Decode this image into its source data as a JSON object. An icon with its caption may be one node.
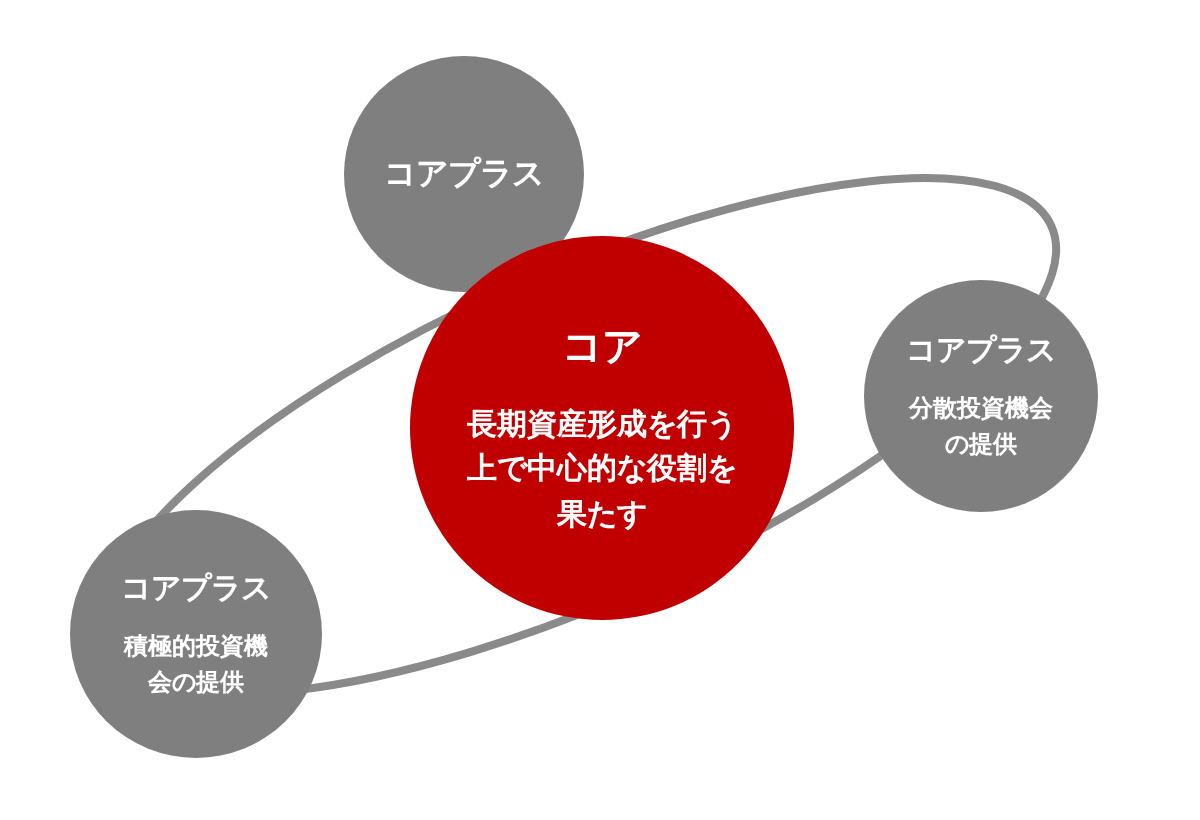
{
  "diagram": {
    "nodes": [
      {
        "text": [
          "コアプラス"
        ]
      },
      {
        "text": [
          "コア",
          "長期資産形成を行う上で中心的な役割を果たす"
        ]
      },
      {
        "text": [
          "コアプラス",
          "分散投資機会の提供"
        ]
      },
      {
        "text": [
          "コアプラス",
          "積極的投資機会の提供"
        ]
      }
    ]
  }
}
